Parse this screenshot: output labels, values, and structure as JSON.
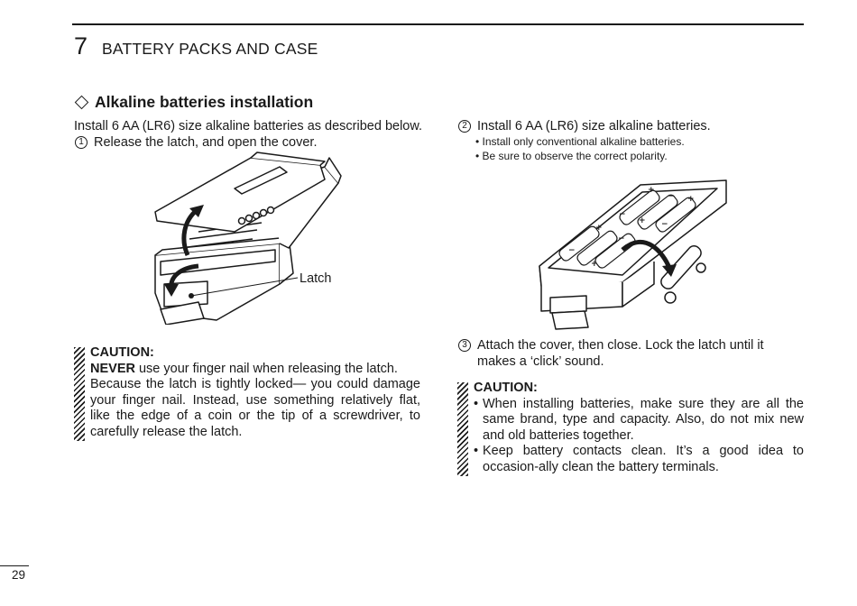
{
  "header": {
    "chapter_number": "7",
    "chapter_title": "BATTERY PACKS AND CASE"
  },
  "section": {
    "title": "Alkaline batteries installation"
  },
  "left": {
    "intro": "Install 6 AA (LR6) size alkaline batteries as described below.",
    "step1": {
      "num": "1",
      "text": "Release the latch, and open the cover."
    },
    "figure_label": "Latch",
    "caution": {
      "title": "CAUTION:",
      "emphasis": "NEVER",
      "line1_rest": " use your finger nail when releasing the latch.",
      "body": "Because the latch is tightly locked— you could damage your finger nail. Instead, use something relatively flat, like the edge of a coin or the tip of a screwdriver, to carefully release the latch."
    }
  },
  "right": {
    "step2": {
      "num": "2",
      "text": "Install 6 AA (LR6) size alkaline batteries.",
      "bullets": [
        "• Install only conventional alkaline batteries.",
        "• Be sure to observe the correct polarity."
      ]
    },
    "step3": {
      "num": "3",
      "text": "Attach the cover, then close. Lock the latch until it makes a ‘click’ sound."
    },
    "caution": {
      "title": "CAUTION:",
      "bullets": [
        "When installing batteries, make sure they are all the same brand, type and capacity. Also, do not mix new and old batteries together.",
        "Keep battery contacts clean. It’s a good idea to occasion-ally clean the battery terminals."
      ]
    }
  },
  "footer": {
    "page_number": "29"
  }
}
